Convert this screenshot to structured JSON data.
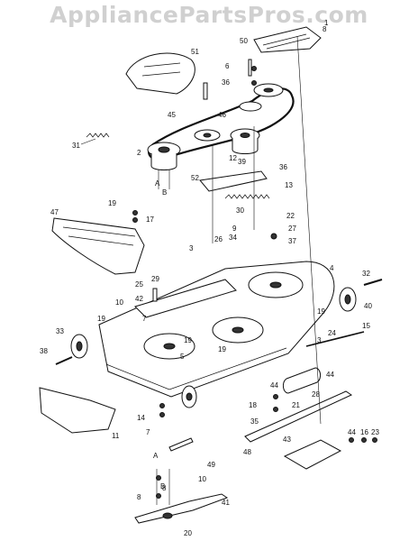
{
  "watermark": "AppliancePartsPros.com",
  "callouts": [
    "1",
    "2",
    "3",
    "4",
    "5",
    "6",
    "7",
    "8",
    "9",
    "10",
    "11",
    "12",
    "13",
    "14",
    "15",
    "16",
    "17",
    "18",
    "19",
    "20",
    "21",
    "22",
    "23",
    "24",
    "25",
    "26",
    "27",
    "28",
    "29",
    "30",
    "31",
    "32",
    "33",
    "34",
    "35",
    "36",
    "37",
    "38",
    "39",
    "40",
    "41",
    "42",
    "43",
    "44",
    "45",
    "46",
    "47",
    "48",
    "49",
    "50",
    "51",
    "52"
  ],
  "labels": {
    "p1": "1",
    "p2": "2",
    "p3": "3",
    "p3b": "3",
    "p4": "4",
    "p5": "5",
    "p6": "6",
    "p7": "7",
    "p7b": "7",
    "p8": "8",
    "p8b": "8",
    "p8c": "8",
    "p9": "9",
    "p10": "10",
    "p10b": "10",
    "p11": "11",
    "p12": "12",
    "p13": "13",
    "p14": "14",
    "p15": "15",
    "p16": "16",
    "p17": "17",
    "p18": "18",
    "p19": "19",
    "p19b": "19",
    "p19c": "19",
    "p19d": "19",
    "p19e": "19",
    "p20": "20",
    "p21": "21",
    "p22": "22",
    "p23": "23",
    "p24": "24",
    "p25": "25",
    "p26": "26",
    "p27": "27",
    "p28": "28",
    "p29": "29",
    "p30": "30",
    "p31": "31",
    "p32": "32",
    "p33": "33",
    "p34": "34",
    "p35": "35",
    "p36": "36",
    "p36b": "36",
    "p37": "37",
    "p38": "38",
    "p39": "39",
    "p40": "40",
    "p41": "41",
    "p42": "42",
    "p43": "43",
    "p44": "44",
    "p44b": "44",
    "p44c": "44",
    "p45": "45",
    "p46": "46",
    "p47": "47",
    "p48": "48",
    "p49": "49",
    "p50": "50",
    "p51": "51",
    "p52": "52",
    "pA": "A",
    "pB": "B",
    "pA2": "A",
    "pB2": "B"
  }
}
